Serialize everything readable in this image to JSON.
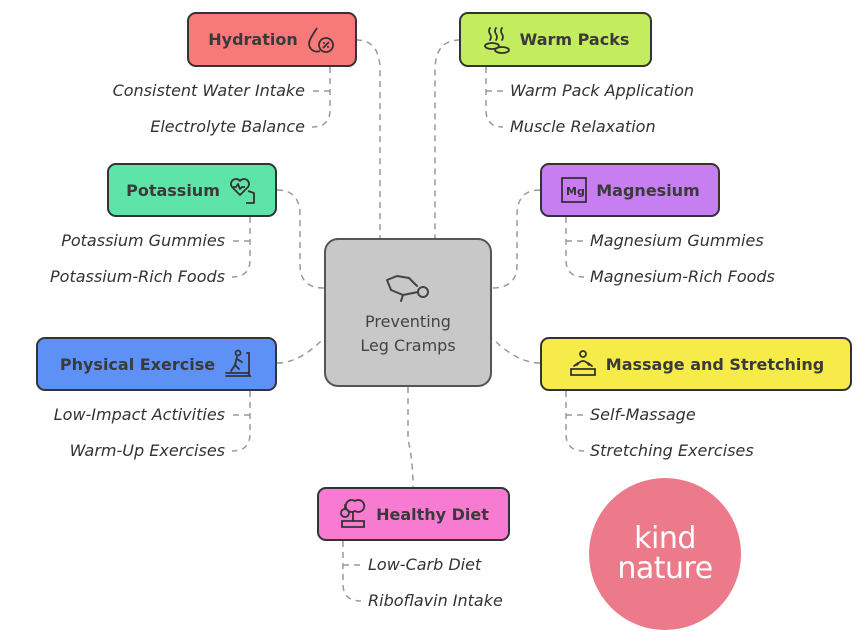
{
  "center": {
    "label": "Preventing\nLeg Cramps",
    "icon": "stretching-person-icon",
    "color": "#c8c8c8"
  },
  "topics": [
    {
      "id": "hydration",
      "label": "Hydration",
      "icon": "water-drop-percent-icon",
      "color": "#f77a78",
      "items": [
        "Consistent Water Intake",
        "Electrolyte Balance"
      ]
    },
    {
      "id": "warm-packs",
      "label": "Warm Packs",
      "icon": "heat-stones-icon",
      "color": "#c4ec5f",
      "items": [
        "Warm Pack Application",
        "Muscle Relaxation"
      ]
    },
    {
      "id": "potassium",
      "label": "Potassium",
      "icon": "heart-arm-icon",
      "color": "#5ee3a8",
      "items": [
        "Potassium Gummies",
        "Potassium-Rich Foods"
      ]
    },
    {
      "id": "magnesium",
      "label": "Magnesium",
      "icon": "magnesium-element-icon",
      "color": "#c67ef0",
      "items": [
        "Magnesium Gummies",
        "Magnesium-Rich Foods"
      ]
    },
    {
      "id": "physical-exercise",
      "label": "Physical Exercise",
      "icon": "treadmill-icon",
      "color": "#5e91f5",
      "items": [
        "Low-Impact Activities",
        "Warm-Up Exercises"
      ]
    },
    {
      "id": "massage-stretching",
      "label": "Massage and Stretching",
      "icon": "massage-icon",
      "color": "#f7eb4a",
      "items": [
        "Self-Massage",
        "Stretching Exercises"
      ]
    },
    {
      "id": "healthy-diet",
      "label": "Healthy Diet",
      "icon": "scale-apple-icon",
      "color": "#f77bd1",
      "items": [
        "Low-Carb Diet",
        "Riboflavin Intake"
      ]
    }
  ],
  "logo": {
    "line1": "kind",
    "line2": "nature",
    "color": "#ec7a8a"
  }
}
